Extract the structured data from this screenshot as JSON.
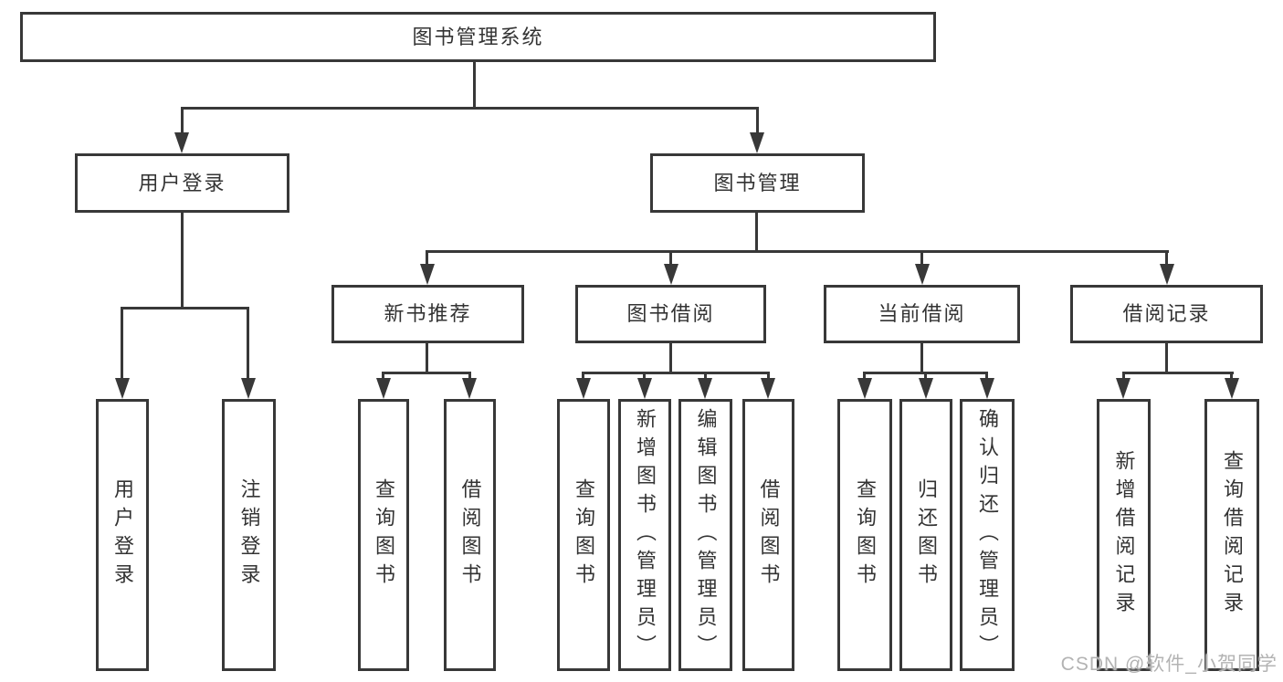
{
  "tree": {
    "label": "图书管理系统",
    "children": [
      {
        "label": "用户登录",
        "children": [
          {
            "label": "用户登录"
          },
          {
            "label": "注销登录"
          }
        ]
      },
      {
        "label": "图书管理",
        "children": [
          {
            "label": "新书推荐",
            "children": [
              {
                "label": "查询图书"
              },
              {
                "label": "借阅图书"
              }
            ]
          },
          {
            "label": "图书借阅",
            "children": [
              {
                "label": "查询图书"
              },
              {
                "label": "新增图书（管理员）"
              },
              {
                "label": "编辑图书（管理员）"
              },
              {
                "label": "借阅图书"
              }
            ]
          },
          {
            "label": "当前借阅",
            "children": [
              {
                "label": "查询图书"
              },
              {
                "label": "归还图书"
              },
              {
                "label": "确认归还（管理员）"
              }
            ]
          },
          {
            "label": "借阅记录",
            "children": [
              {
                "label": "新增借阅记录"
              },
              {
                "label": "查询借阅记录"
              }
            ]
          }
        ]
      }
    ]
  },
  "watermark": "CSDN @软件_小贺同学",
  "colors": {
    "line": "#383838",
    "text": "#333333",
    "watermark": "#b3b3b3",
    "background": "#ffffff"
  }
}
